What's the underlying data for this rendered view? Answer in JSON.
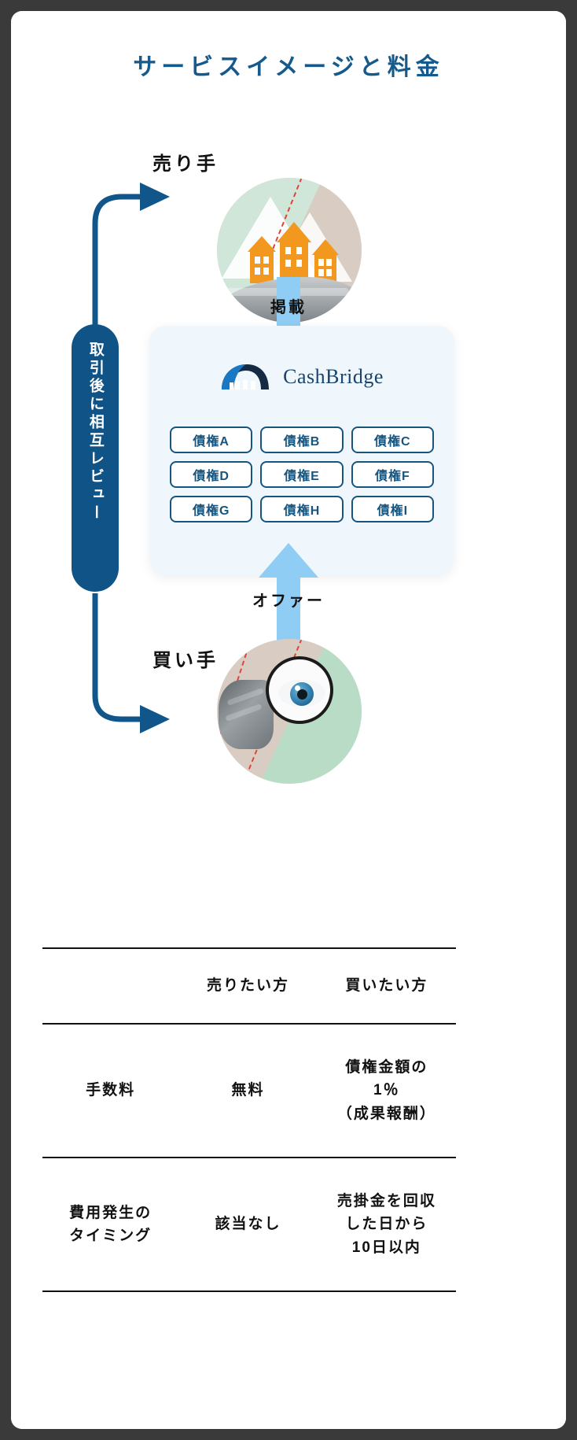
{
  "title": "サービスイメージと料金",
  "roles": {
    "seller": "売り手",
    "buyer": "買い手"
  },
  "flow": {
    "listing": "掲載",
    "offer": "オファー",
    "review": "取引後に相互レビュー"
  },
  "platform": {
    "brand": "CashBridge",
    "claims": [
      "債権A",
      "債権B",
      "債権C",
      "債権D",
      "債権E",
      "債権F",
      "債権G",
      "債権H",
      "債権I"
    ]
  },
  "table": {
    "headers": [
      "",
      "売りたい方",
      "買いたい方"
    ],
    "rows": [
      {
        "label": [
          "手数料"
        ],
        "seller": [
          "無料"
        ],
        "buyer": [
          "債権金額の",
          "1％",
          "（成果報酬）"
        ]
      },
      {
        "label": [
          "費用発生の",
          "タイミング"
        ],
        "seller": [
          "該当なし"
        ],
        "buyer": [
          "売掛金を回収",
          "した日から",
          "10日以内"
        ]
      }
    ]
  },
  "colors": {
    "title": "#145a8d",
    "brand_navy": "#17456e",
    "brand_blue": "#1878c4",
    "panel_bg": "#eff7fd",
    "arrow_blue": "#90cdf4",
    "pill_navy": "#0f5387",
    "loop_navy": "#10568a",
    "chip_border": "#17557f",
    "house_orange": "#f2981f",
    "circle_green": "#b9dcc7",
    "circle_beige": "#d9cdc3",
    "dash_red": "#e04438"
  }
}
